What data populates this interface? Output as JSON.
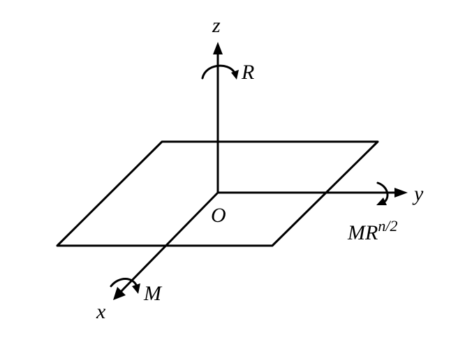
{
  "labels": {
    "z_axis": "z",
    "y_axis": "y",
    "x_axis": "x",
    "origin": "O",
    "moment_z": "R",
    "moment_x": "M",
    "moment_y_base": "MR",
    "moment_y_sup": "n/2"
  },
  "colors": {
    "ink": "#000000",
    "background": "#ffffff"
  }
}
